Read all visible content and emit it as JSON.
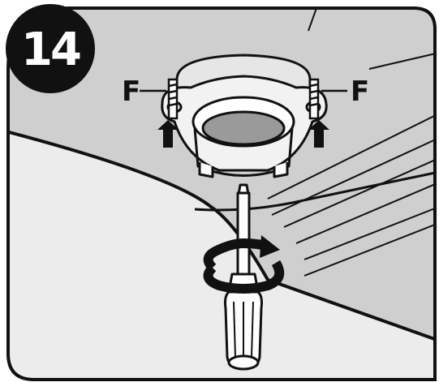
{
  "step": {
    "number": "14"
  },
  "callouts": {
    "left": "F",
    "right": "F"
  },
  "colors": {
    "ink": "#111111",
    "cabinet_shade": "#cfcfcf",
    "panel_light": "#e9e9e9",
    "opening_gray": "#9a9a9a",
    "paper": "#ffffff"
  },
  "icons": {
    "rotation": "rotate-arrow-icon",
    "push": "up-arrow-icon",
    "tool": "screwdriver-icon"
  }
}
